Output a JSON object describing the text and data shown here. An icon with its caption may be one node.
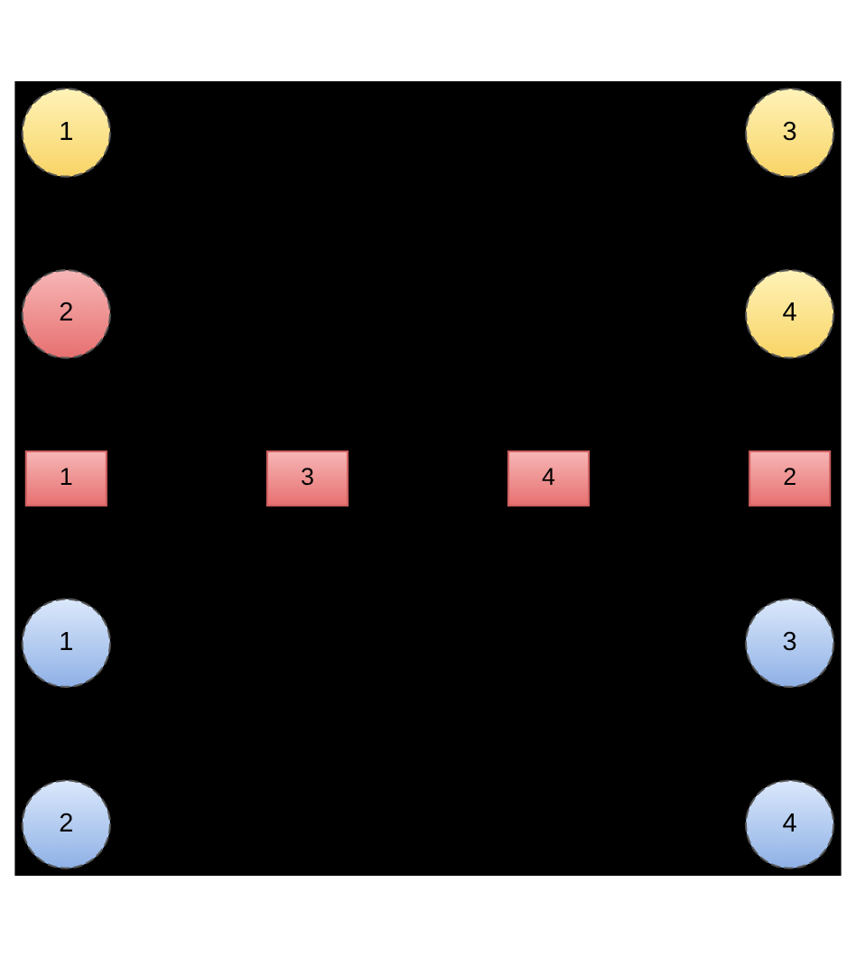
{
  "diagram": {
    "nodes": [
      {
        "text": [
          "1"
        ]
      },
      {
        "text": [
          "3"
        ]
      },
      {
        "text": [
          "2"
        ]
      },
      {
        "text": [
          "4"
        ]
      },
      {
        "text": [
          "1"
        ]
      },
      {
        "text": [
          "3"
        ]
      },
      {
        "text": [
          "4"
        ]
      },
      {
        "text": [
          "2"
        ]
      },
      {
        "text": [
          "1"
        ]
      },
      {
        "text": [
          "3"
        ]
      },
      {
        "text": [
          "2"
        ]
      },
      {
        "text": [
          "4"
        ]
      }
    ],
    "edges": []
  }
}
